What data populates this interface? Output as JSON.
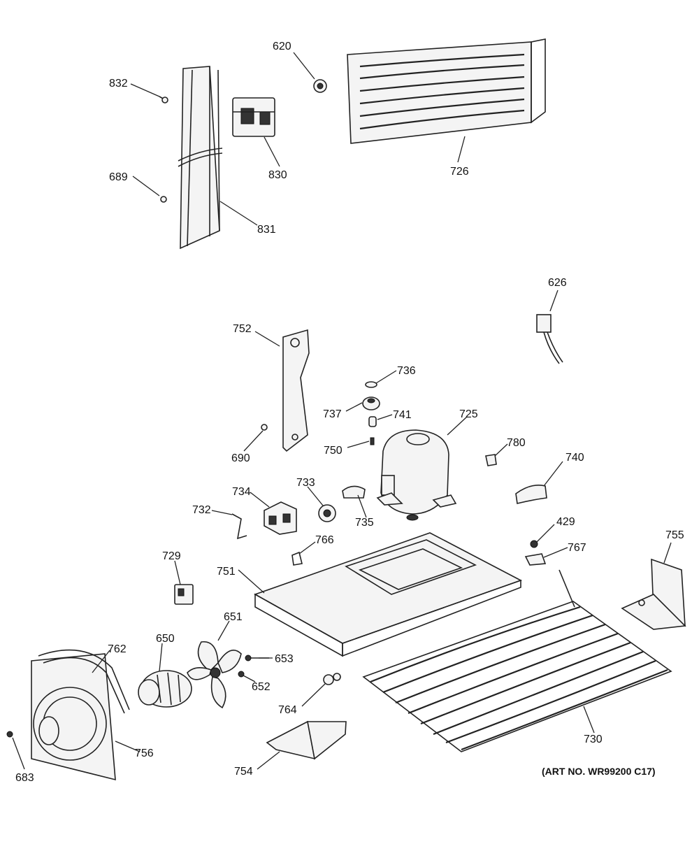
{
  "labels": {
    "l832": "832",
    "l620": "620",
    "l830": "830",
    "l726": "726",
    "l689": "689",
    "l831": "831",
    "l626": "626",
    "l752": "752",
    "l736": "736",
    "l737": "737",
    "l741": "741",
    "l725": "725",
    "l750": "750",
    "l690": "690",
    "l780": "780",
    "l740": "740",
    "l734": "734",
    "l733": "733",
    "l732": "732",
    "l735": "735",
    "l429": "429",
    "l755": "755",
    "l766": "766",
    "l767": "767",
    "l729": "729",
    "l751": "751",
    "l651": "651",
    "l762": "762",
    "l650": "650",
    "l653": "653",
    "l652": "652",
    "l764": "764",
    "l730": "730",
    "l756": "756",
    "l754": "754",
    "l683": "683"
  },
  "art_number": "(ART NO. WR99200 C17)"
}
